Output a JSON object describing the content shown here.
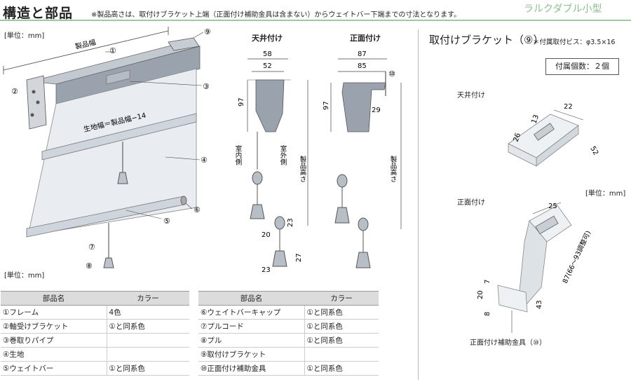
{
  "header": {
    "title": "構造と部品",
    "note": "※製品高さは、取付けブラケット上端（正面付け補助金具は含まない）からウェイトバー下端までの寸法となります。",
    "brand": "ラルクダブル小型"
  },
  "main_diagram": {
    "unit_top": "[単位：mm]",
    "unit_bottom": "[単位：mm]",
    "width_label": "製品幅",
    "fabric_width_label": "生地幅＝製品幅−14",
    "callouts": [
      "①",
      "②",
      "③",
      "④",
      "⑤",
      "⑥",
      "⑦",
      "⑧",
      "⑨"
    ]
  },
  "ceiling_mount": {
    "title": "天井付け",
    "dims": {
      "w1": "58",
      "w2": "52",
      "h1": "97",
      "c1": "20",
      "c2": "23",
      "c3": "27",
      "c4": "23"
    },
    "indoor": "室内側",
    "outdoor": "室外側",
    "height_label": "製品高さ"
  },
  "front_mount": {
    "title": "正面付け",
    "dims": {
      "w1": "87",
      "w2": "85",
      "h1": "97",
      "d1": "29"
    },
    "callout": "⑩",
    "height_label": "製品高さ"
  },
  "bracket_section": {
    "title": "取付けブラケット（⑨）",
    "screw_note": "＊付属取付ビス：φ3.5×16",
    "qty": "付属個数：２個",
    "ceiling_label": "天井付け",
    "ceiling_dims": [
      "22",
      "13",
      "26",
      "52"
    ],
    "unit": "[単位：mm]",
    "front_label": "正面付け",
    "front_dims": [
      "25",
      "87(66〜93調整可)",
      "7",
      "20",
      "8",
      "43"
    ],
    "aux_label": "正面付け補助金具（⑩）"
  },
  "table_left": {
    "headers": [
      "部品名",
      "カラー"
    ],
    "rows": [
      [
        "①フレーム",
        "4色"
      ],
      [
        "②軸受けブラケット",
        "①と同系色"
      ],
      [
        "③巻取りパイプ",
        ""
      ],
      [
        "④生地",
        ""
      ],
      [
        "⑤ウェイトバー",
        "①と同系色"
      ]
    ]
  },
  "table_right": {
    "headers": [
      "部品名",
      "カラー"
    ],
    "rows": [
      [
        "⑥ウェイトバーキャップ",
        "①と同系色"
      ],
      [
        "⑦プルコード",
        "①と同系色"
      ],
      [
        "⑧プル",
        "①と同系色"
      ],
      [
        "⑨取付けブラケット",
        ""
      ],
      [
        "⑩正面付け補助金具",
        "①と同系色"
      ]
    ]
  },
  "colors": {
    "accent_green": "#8bbf8c",
    "frame": "#9aa3ad",
    "fabric": "#e9edf2"
  }
}
